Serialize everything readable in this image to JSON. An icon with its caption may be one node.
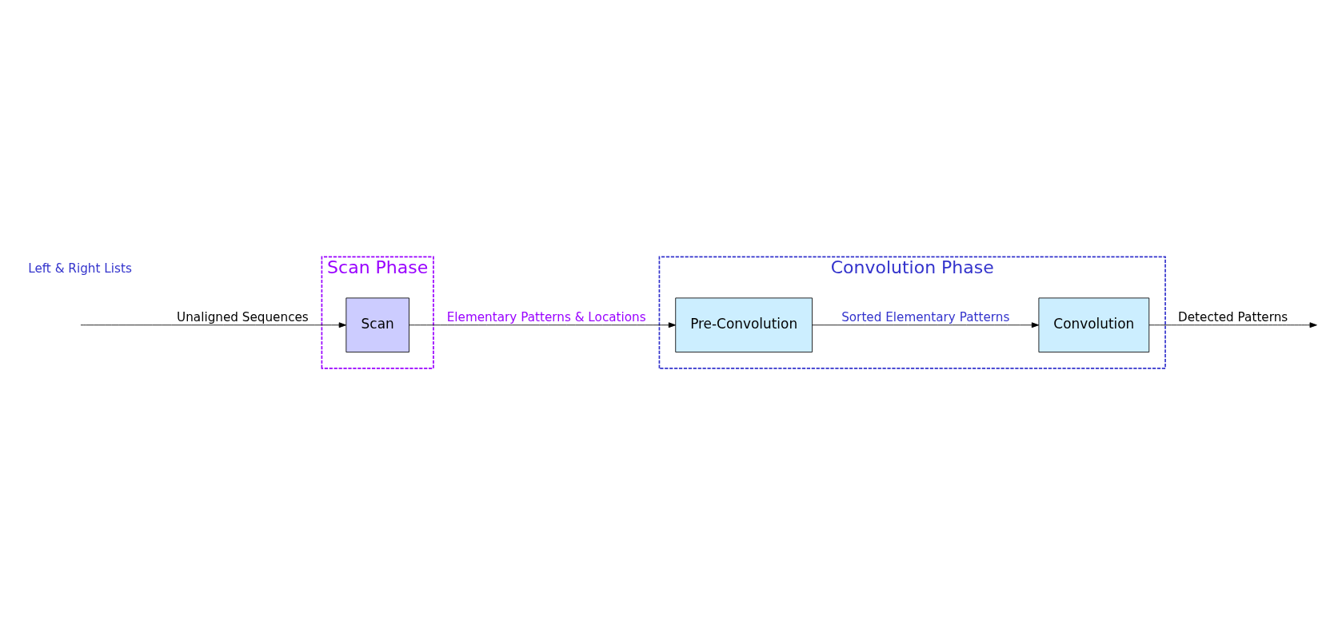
{
  "diagram": {
    "nodes": [
      {
        "text": [
          "Scan Phase"
        ]
      },
      {
        "text": [
          "Scan"
        ],
        "in": 0
      },
      {
        "text": [
          "Convolution Phase"
        ]
      },
      {
        "text": [
          "Pre-Convolution"
        ],
        "in": 2
      },
      {
        "text": [
          "Convolution"
        ],
        "in": 2
      }
    ],
    "edges": [
      {
        "from": null,
        "to": 1,
        "arrow": "to",
        "label": "Unaligned Sequences"
      },
      {
        "from": 1,
        "to": 3,
        "arrow": "to",
        "label": "Elementary Patterns & Locations"
      },
      {
        "from": 3,
        "to": 4,
        "arrow": "to",
        "label": "Sorted Elementary Patterns"
      },
      {
        "from": 4,
        "to": null,
        "arrow": "to",
        "label": "Detected Patterns"
      }
    ],
    "labels": [
      "Left & Right Lists"
    ]
  }
}
